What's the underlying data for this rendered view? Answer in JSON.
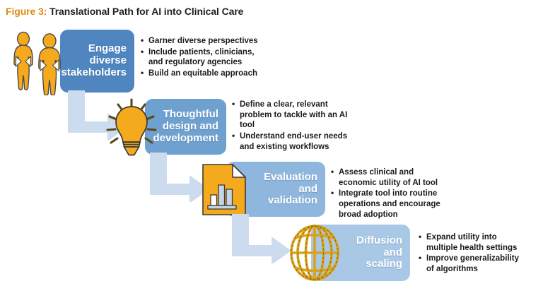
{
  "figure": {
    "label": "Figure 3:",
    "caption": " Translational Path for AI into Clinical Care",
    "label_color": "#e08a15",
    "caption_color": "#231f20"
  },
  "colors": {
    "box_blue_1": "#4f86c0",
    "box_blue_2": "#6fa1d0",
    "box_blue_3": "#8fb7dd",
    "box_blue_4": "#a9c8e6",
    "icon_gold": "#f5a91d",
    "icon_gold_dark": "#c8860f",
    "icon_outline": "#3b3b3b",
    "arrow_blue": "#ccdcee",
    "chart_bar": "#c6d5e6",
    "bullet_text": "#1b1b1b"
  },
  "steps": [
    {
      "id": "engage-diverse-stakeholders",
      "title": "Engage\ndiverse\nstakeholders",
      "icon": "people-icon",
      "bullets": [
        "Garner diverse perspectives",
        "Include patients, clinicians,\nand regulatory agencies",
        "Build an equitable approach"
      ]
    },
    {
      "id": "thoughtful-design-and-development",
      "title": "Thoughtful\ndesign and\ndevelopment",
      "icon": "lightbulb-icon",
      "bullets": [
        "Define a clear, relevant\nproblem to tackle with an AI\ntool",
        "Understand end-user needs\nand existing workflows"
      ]
    },
    {
      "id": "evaluation-and-validation",
      "title": "Evaluation\nand\nvalidation",
      "icon": "document-chart-icon",
      "bullets": [
        "Assess clinical and\neconomic utility of AI tool",
        "Integrate tool into routine\noperations and encourage\nbroad adoption"
      ]
    },
    {
      "id": "diffusion-and-scaling",
      "title": "Diffusion\nand\nscaling",
      "icon": "globe-icon",
      "bullets": [
        "Expand utility into\nmultiple health settings",
        "Improve generalizability\nof algorithms"
      ]
    }
  ]
}
